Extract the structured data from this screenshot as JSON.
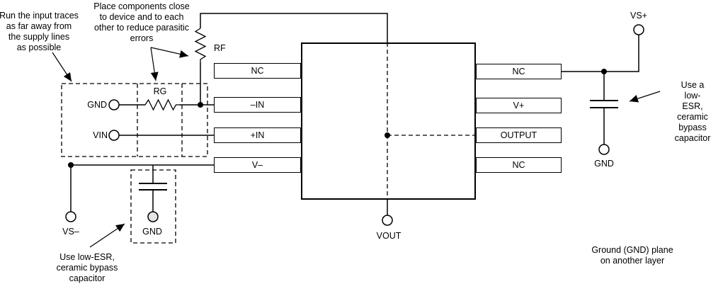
{
  "colors": {
    "line": "#000000",
    "background": "#ffffff",
    "via_fill": "#e4e4e4"
  },
  "annotations": {
    "run_input_traces": "Run the input traces\nas far away from\nthe supply lines\nas possible",
    "place_components": "Place components close\nto device and to each\nother to reduce parasitic\nerrors",
    "use_low_esr_left": "Use low-ESR,\nceramic bypass\ncapacitor",
    "use_low_esr_right": "Use a low-ESR,\nceramic bypass\ncapacitor",
    "ground_plane": "Ground (GND) plane on another layer"
  },
  "components": {
    "rf": "RF",
    "rg": "RG"
  },
  "terminals": {
    "gnd_input": "GND",
    "vin": "VIN",
    "vs_minus": "VS–",
    "gnd_bottom": "GND",
    "vout": "VOUT",
    "vs_plus": "VS+",
    "gnd_right": "GND"
  },
  "pins": {
    "left": [
      "NC",
      "–IN",
      "+IN",
      "V–"
    ],
    "right": [
      "NC",
      "V+",
      "OUTPUT",
      "NC"
    ]
  }
}
